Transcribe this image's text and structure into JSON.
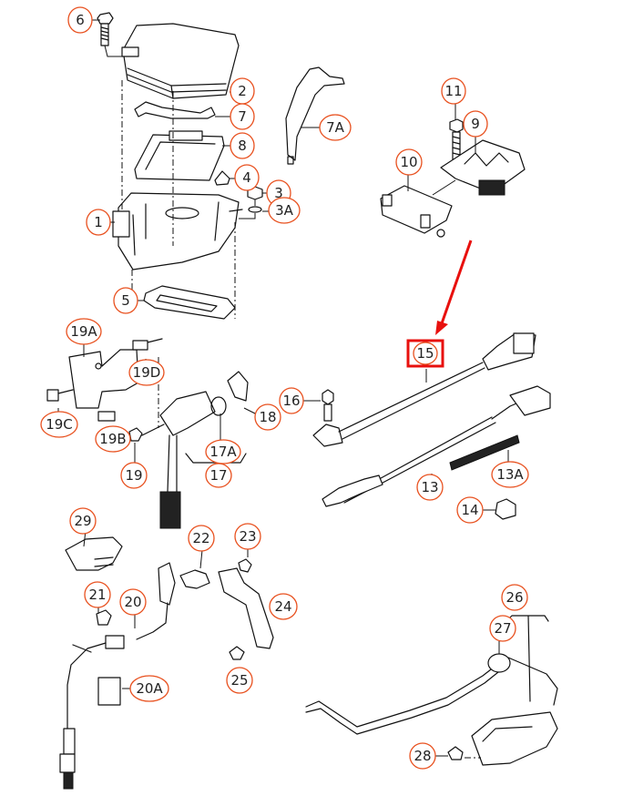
{
  "diagram": {
    "type": "exploded-parts-diagram",
    "highlighted_callout": "15",
    "accent_color": "#e8501e",
    "highlight_color": "#e8100e",
    "callouts": [
      {
        "id": "c6",
        "label": "6"
      },
      {
        "id": "c2",
        "label": "2"
      },
      {
        "id": "c7",
        "label": "7"
      },
      {
        "id": "c8",
        "label": "8"
      },
      {
        "id": "c4",
        "label": "4"
      },
      {
        "id": "c3",
        "label": "3"
      },
      {
        "id": "c3a",
        "label": "3A"
      },
      {
        "id": "c1",
        "label": "1"
      },
      {
        "id": "c5",
        "label": "5"
      },
      {
        "id": "c7a",
        "label": "7A"
      },
      {
        "id": "c11",
        "label": "11"
      },
      {
        "id": "c9",
        "label": "9"
      },
      {
        "id": "c10",
        "label": "10"
      },
      {
        "id": "c15",
        "label": "15"
      },
      {
        "id": "c16",
        "label": "16"
      },
      {
        "id": "c13",
        "label": "13"
      },
      {
        "id": "c13a",
        "label": "13A"
      },
      {
        "id": "c14",
        "label": "14"
      },
      {
        "id": "c19a",
        "label": "19A"
      },
      {
        "id": "c19d",
        "label": "19D"
      },
      {
        "id": "c19c",
        "label": "19C"
      },
      {
        "id": "c19b",
        "label": "19B"
      },
      {
        "id": "c19",
        "label": "19"
      },
      {
        "id": "c18",
        "label": "18"
      },
      {
        "id": "c17a",
        "label": "17A"
      },
      {
        "id": "c17",
        "label": "17"
      },
      {
        "id": "c29",
        "label": "29"
      },
      {
        "id": "c22",
        "label": "22"
      },
      {
        "id": "c23",
        "label": "23"
      },
      {
        "id": "c21",
        "label": "21"
      },
      {
        "id": "c20",
        "label": "20"
      },
      {
        "id": "c24",
        "label": "24"
      },
      {
        "id": "c20a",
        "label": "20A"
      },
      {
        "id": "c25",
        "label": "25"
      },
      {
        "id": "c26",
        "label": "26"
      },
      {
        "id": "c27",
        "label": "27"
      },
      {
        "id": "c28",
        "label": "28"
      }
    ]
  }
}
